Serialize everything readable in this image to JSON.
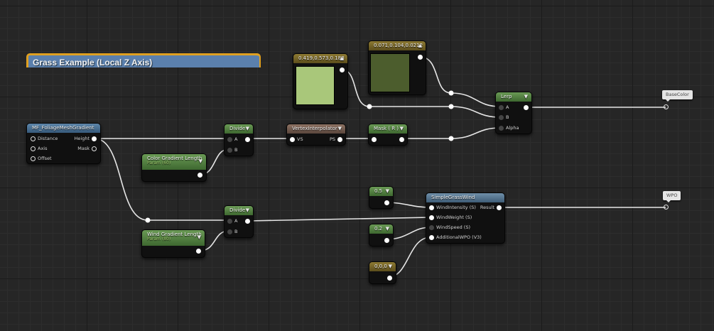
{
  "comment": {
    "title": "Grass Example (Local Z Axis)"
  },
  "nodes": {
    "foliage_gradient": {
      "title": "MF_FoliageMeshGradient",
      "inputs": [
        "Distance",
        "Axis",
        "Offset"
      ],
      "outputs": [
        "Height",
        "Mask"
      ]
    },
    "color_gradient_param": {
      "title": "Color Gradient Length",
      "subtitle": "Param (60)"
    },
    "wind_gradient_param": {
      "title": "Wind Gradient Length",
      "subtitle": "Param (80)"
    },
    "divide_color": {
      "title": "Divide",
      "inputs": [
        "A",
        "B"
      ]
    },
    "divide_wind": {
      "title": "Divide",
      "inputs": [
        "A",
        "B"
      ]
    },
    "vertex_interpolator": {
      "title": "VertexInterpolator",
      "inputs": [
        "VS"
      ],
      "outputs": [
        "PS"
      ]
    },
    "mask": {
      "title": "Mask ( R )"
    },
    "color_light": {
      "title": "0.419,0.573,0.188",
      "color": "#a9c77a"
    },
    "color_dark": {
      "title": "0.071,0.104,0.0212",
      "color": "#4c5d2d"
    },
    "lerp": {
      "title": "Lerp",
      "inputs": [
        "A",
        "B",
        "Alpha"
      ]
    },
    "const_wind_intensity": {
      "title": "0.5"
    },
    "const_wind_speed": {
      "title": "0.2"
    },
    "const_additional_wpo": {
      "title": "0,0,0"
    },
    "simple_grass_wind": {
      "title": "SimpleGrassWind",
      "inputs": [
        "WindIntensity (S)",
        "WindWeight (S)",
        "WindSpeed (S)",
        "AdditionalWPO (V3)"
      ],
      "outputs": [
        "Result"
      ]
    }
  },
  "outputs": {
    "base_color": "BaseColor",
    "wpo": "WPO"
  },
  "icons": {
    "collapse": "▼",
    "expand": "▲"
  },
  "colors": {
    "comment_border": "#e0a020",
    "comment_fill": "#5b80ad",
    "wire": "#e6e6e6"
  }
}
